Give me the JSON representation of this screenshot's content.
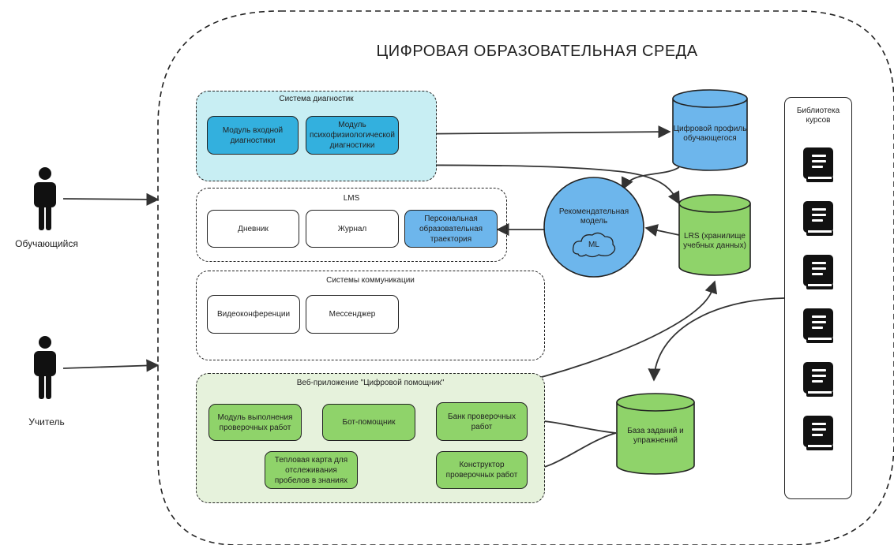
{
  "title": "ЦИФРОВАЯ ОБРАЗОВАТЕЛЬНАЯ СРЕДА",
  "actors": {
    "student": "Обучающийся",
    "teacher": "Учитель"
  },
  "groups": {
    "diagnostics": {
      "title": "Система диагностик",
      "items": [
        "Модуль входной диагностики",
        "Модуль психофизиологической диагностики"
      ]
    },
    "lms": {
      "title": "LMS",
      "items": [
        "Дневник",
        "Журнал",
        "Персональная образовательная траектория"
      ]
    },
    "communications": {
      "title": "Системы коммуникации",
      "items": [
        "Видеоконференции",
        "Мессенджер"
      ]
    },
    "webapp": {
      "title": "Веб-приложение \"Цифровой помощник\"",
      "items": [
        "Модуль выполнения проверочных работ",
        "Бот-помощник",
        "Банк проверочных работ",
        "Тепловая карта для отслеживания пробелов в знаниях",
        "Конструктор проверочных работ"
      ]
    }
  },
  "stores": {
    "profile": "Цифровой профиль обучающегося",
    "lrs": "LRS (хранилище учебных данных)",
    "tasks": "База заданий и упражнений"
  },
  "model": {
    "label": "Рекомендательная модель",
    "cloud": "ML"
  },
  "library": {
    "title": "Библиотека курсов",
    "book_icon": "book-icon",
    "book_count": 6
  },
  "colors": {
    "diagnostics_bg": "#c8eef3",
    "diagnostics_item": "#33b0de",
    "lms_highlight": "#6db6ec",
    "webapp_bg": "#e6f2dc",
    "webapp_item": "#8fd36a",
    "store_blue": "#6db6ec",
    "store_green": "#8fd36a",
    "model_fill": "#6db6ec"
  }
}
